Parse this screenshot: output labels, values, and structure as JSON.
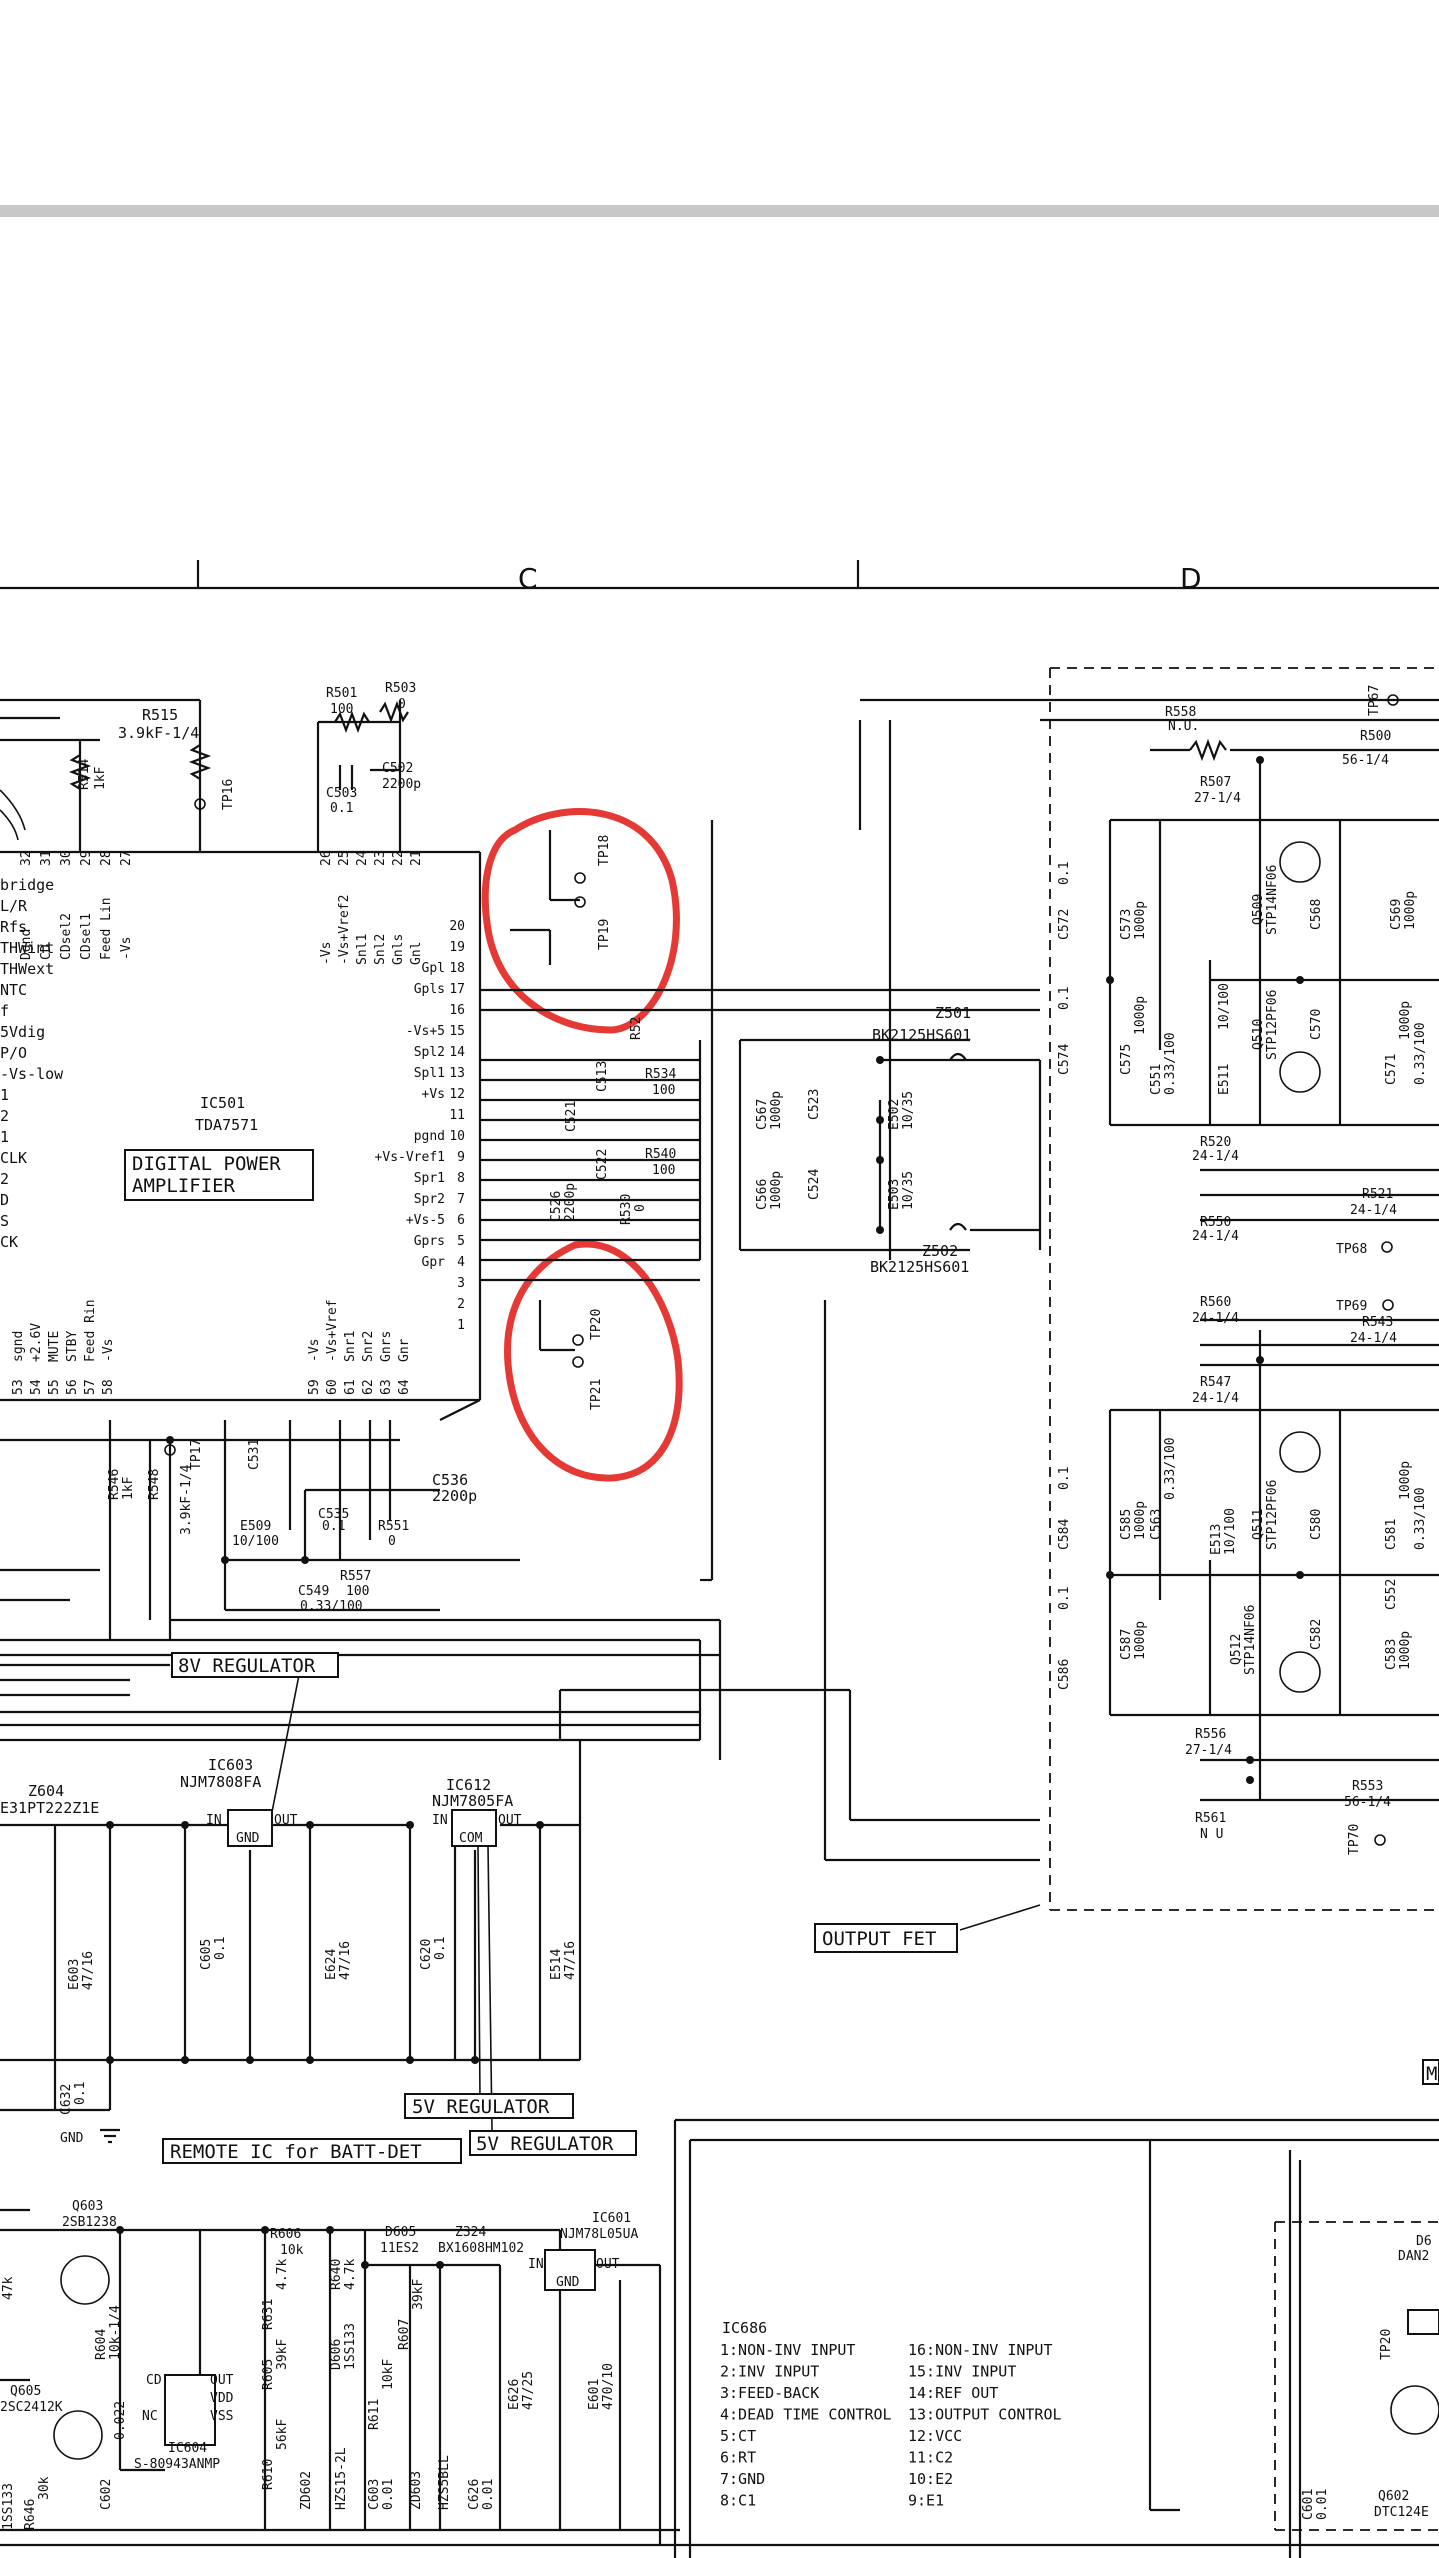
{
  "zones": {
    "c": "C",
    "d": "D"
  },
  "ic501": {
    "ref": "IC501",
    "part": "TDA7571",
    "title_line1": "DIGITAL POWER",
    "title_line2": "AMPLIFIER",
    "top_pins": [
      "32",
      "31",
      "30",
      "29",
      "28",
      "27"
    ],
    "top_pin_names": [
      "Dgnd",
      "CD",
      "CDsel2",
      "CDsel1",
      "Feed Lin",
      "-Vs"
    ],
    "top_mid_pins": [
      "26",
      "25",
      "24",
      "23",
      "22",
      "21"
    ],
    "top_mid_names": [
      "-Vs",
      "-Vs+Vref2",
      "Snl1",
      "Snl2",
      "Gnls",
      "Gnl"
    ],
    "right_pins": [
      "20",
      "19",
      "18",
      "17",
      "16",
      "15",
      "14",
      "13",
      "12",
      "11",
      "10",
      "9",
      "8",
      "7",
      "6",
      "5",
      "4",
      "3",
      "2",
      "1"
    ],
    "right_names": [
      "",
      "",
      "Gpl",
      "Gpls",
      "",
      "-Vs+5",
      "Spl2",
      "Spl1",
      "+Vs",
      "",
      "pgnd",
      "+Vs-Vref1",
      "Spr1",
      "Spr2",
      "+Vs-5",
      "Gprs",
      "Gpr",
      "",
      "",
      ""
    ],
    "left_names": [
      "bridge",
      "L/R",
      "Rfs",
      "THWint",
      "THWext",
      "NTC",
      "f",
      "5Vdig",
      "P/O",
      "-Vs-low",
      "1",
      "2",
      "1",
      "CLK",
      "2",
      "D",
      "S",
      "CK"
    ],
    "bottom_pins": [
      "53",
      "54",
      "55",
      "56",
      "57",
      "58"
    ],
    "bottom_names": [
      "sgnd",
      "+2.6V",
      "MUTE",
      "STBY",
      "Feed Rin",
      "-Vs"
    ],
    "bottom_right_pins": [
      "59",
      "60",
      "61",
      "62",
      "63",
      "64"
    ],
    "bottom_right_names": [
      "-Vs",
      "-Vs+Vref",
      "Snr1",
      "Snr2",
      "Gnrs",
      "Gnr"
    ]
  },
  "components": {
    "r515": "R515",
    "r515_val": "3.9kF-1/4",
    "r514": "R514",
    "r514_val": "1kF",
    "tp16": "TP16",
    "r501": "R501",
    "r501_val": "100",
    "r503": "R503",
    "r503_val": "0",
    "c503": "C503",
    "c503_val": "0.1",
    "c502": "C502",
    "c502_val": "2200p",
    "tp18": "TP18",
    "tp19": "TP19",
    "tp20": "TP20",
    "tp21": "TP21",
    "z501": "Z501",
    "z501_part": "BK2125HS601",
    "z502": "Z502",
    "z502_part": "BK2125HS601",
    "r534": "R534",
    "r534_val": "100",
    "r540": "R540",
    "r540_val": "100",
    "c513": "C513",
    "c521": "C521",
    "c522": "C522",
    "c526": "C526",
    "c526_val": "2200p",
    "r530": "R530",
    "r530_val": "0",
    "r52x": "R52",
    "c567": "C567",
    "c567_val": "1000p",
    "c523": "C523",
    "e502": "E502",
    "e502_val": "10/35",
    "c566": "C566",
    "c566_val": "1000p",
    "c524": "C524",
    "e503": "E503",
    "e503_val": "10/35",
    "val_01": "0.1",
    "r558": "R558",
    "r558_val": "N.U.",
    "r507": "R507",
    "r507_val": "27-1/4",
    "r500": "R500",
    "r500_val": "56-1/4",
    "tp67": "TP67",
    "tp68": "TP68",
    "tp69": "TP69",
    "tp70": "TP70",
    "c572": "C572",
    "c573": "C573",
    "c573_val": "1000p",
    "c574": "C574",
    "c575": "C575",
    "c575_val": "1000p",
    "c551": "C551",
    "c551_val": "0.33/100",
    "e511": "E511",
    "e511_val": "10/100",
    "q510": "Q510",
    "q510_part": "STP12PF06",
    "q509": "Q509",
    "q509_part": "STP14NF06",
    "c568": "C568",
    "c569": "C569",
    "c569_val": "1000p",
    "c570": "C570",
    "c571": "C571",
    "c571_val": "1000p",
    "c571_b": "0.33/100",
    "r520": "R520",
    "r520_val": "24-1/4",
    "r550": "R550",
    "r550_val": "24-1/4",
    "r521": "R521",
    "r521_val": "24-1/4",
    "r560": "R560",
    "r560_val": "24-1/4",
    "r543": "R543",
    "r543_val": "24-1/4",
    "r547": "R547",
    "r547_val": "24-1/4",
    "c584": "C584",
    "c585": "C585",
    "c585_val": "1000p",
    "c563": "C563",
    "c563_val": "0.33/100",
    "e513": "E513",
    "e513_val": "10/100",
    "q511": "Q511",
    "q511_part": "STP12PF06",
    "c580": "C580",
    "c581": "C581",
    "c581_val": "1000p",
    "c552": "C552",
    "c552_val": "0.33/100",
    "c586": "C586",
    "c587": "C587",
    "c587_val": "1000p",
    "q512": "Q512",
    "q512_part": "STP14NF06",
    "c582": "C582",
    "c583": "C583",
    "c583_val": "1000p",
    "r556": "R556",
    "r556_val": "27-1/4",
    "r561": "R561",
    "r561_val": "N U",
    "r553": "R553",
    "r553_val": "56-1/4",
    "r546": "R546",
    "r546_val": "1kF",
    "r548": "R548",
    "r548_val": "3.9kF-1/4",
    "tp17": "TP17",
    "c531": "C531",
    "c535": "C535",
    "c535_val": "0.1",
    "r551": "R551",
    "r551_val": "0",
    "c536": "C536",
    "c536_val": "2200p",
    "e509": "E509",
    "e509_val": "10/100",
    "r557": "R557",
    "c549": "C549",
    "c549_val": "100",
    "c549_b": "0.33/100",
    "z604": "Z604",
    "z604_part": "E31PT222Z1E",
    "ic603": "IC603",
    "ic603_part": "NJM7808FA",
    "ic612": "IC612",
    "ic612_part": "NJM7805FA",
    "pin_in": "IN",
    "pin_out": "OUT",
    "pin_gnd": "GND",
    "pin_com": "COM",
    "e603": "E603",
    "e603_val": "47/16",
    "c605": "C605",
    "e624": "E624",
    "e624_val": "47/16",
    "c620": "C620",
    "e514": "E514",
    "e514_val": "47/16",
    "c632": "C632",
    "gnd": "GND",
    "q603": "Q603",
    "q603_part": "2SB1238",
    "r606": "R606",
    "r606_val": "10k",
    "r640": "R640",
    "r640_val": "4.7k",
    "d605": "D605",
    "d605_part": "11ES2",
    "z324": "Z324",
    "z324_part": "BX1608HM102",
    "ic601": "IC601",
    "ic601_part": "NJM78L05UA",
    "r604": "R604",
    "r604_val": "10k-1/4",
    "r631": "R631",
    "r631_val": "4.7k",
    "r605": "R605",
    "r605_val": "39kF",
    "d606": "D606",
    "d606_part": "1SS133",
    "r607": "R607",
    "r607_val": "39kF",
    "q605": "Q605",
    "q605_part": "2SC2412K",
    "ic604": "IC604",
    "ic604_part": "S-80943ANMP",
    "c602": "C602",
    "c602_val": "0.022",
    "r610": "R610",
    "r610_val": "56kF",
    "zd602": "ZD602",
    "zd602_part": "HZS15-2L",
    "r611": "R611",
    "r611_val": "10kF",
    "c603": "C603",
    "c603_val": "0.01",
    "zd603": "ZD603",
    "zd603_part": "HZS5BLL",
    "c626": "C626",
    "c626_val": "0.01",
    "e626": "E626",
    "e626_val": "47/25",
    "e601": "E601",
    "e601_val": "470/10",
    "r646": "R646",
    "r646_val": "30k",
    "r647": "47k",
    "ss133": "1SS133",
    "c601": "C601",
    "c601_val": "0.01",
    "q602": "Q602",
    "q602_part": "DTC124E",
    "d60x": "D6",
    "dan2": "DAN2",
    "tp20b": "TP20",
    "pin_cd": "CD",
    "pin_vdd": "VDD",
    "pin_vss": "VSS",
    "pin_nc": "NC"
  },
  "labels": {
    "reg_8v": "8V REGULATOR",
    "reg_5v_a": "5V REGULATOR",
    "reg_5v_b": "5V REGULATOR",
    "remote_ic": "REMOTE IC for BATT-DET",
    "output_fet": "OUTPUT FET",
    "m_cut": "M"
  },
  "ic686": {
    "title": "IC686",
    "left": [
      "1:NON-INV INPUT",
      "2:INV INPUT",
      "3:FEED-BACK",
      "4:DEAD TIME CONTROL",
      "5:CT",
      "6:RT",
      "7:GND",
      "8:C1"
    ],
    "right": [
      "16:NON-INV INPUT",
      "15:INV INPUT",
      "14:REF OUT",
      "13:OUTPUT CONTROL",
      "12:VCC",
      "11:C2",
      "10:E2",
      "9:E1"
    ]
  },
  "highlight_color": "#e53935",
  "rule_color": "#c8c8c8"
}
